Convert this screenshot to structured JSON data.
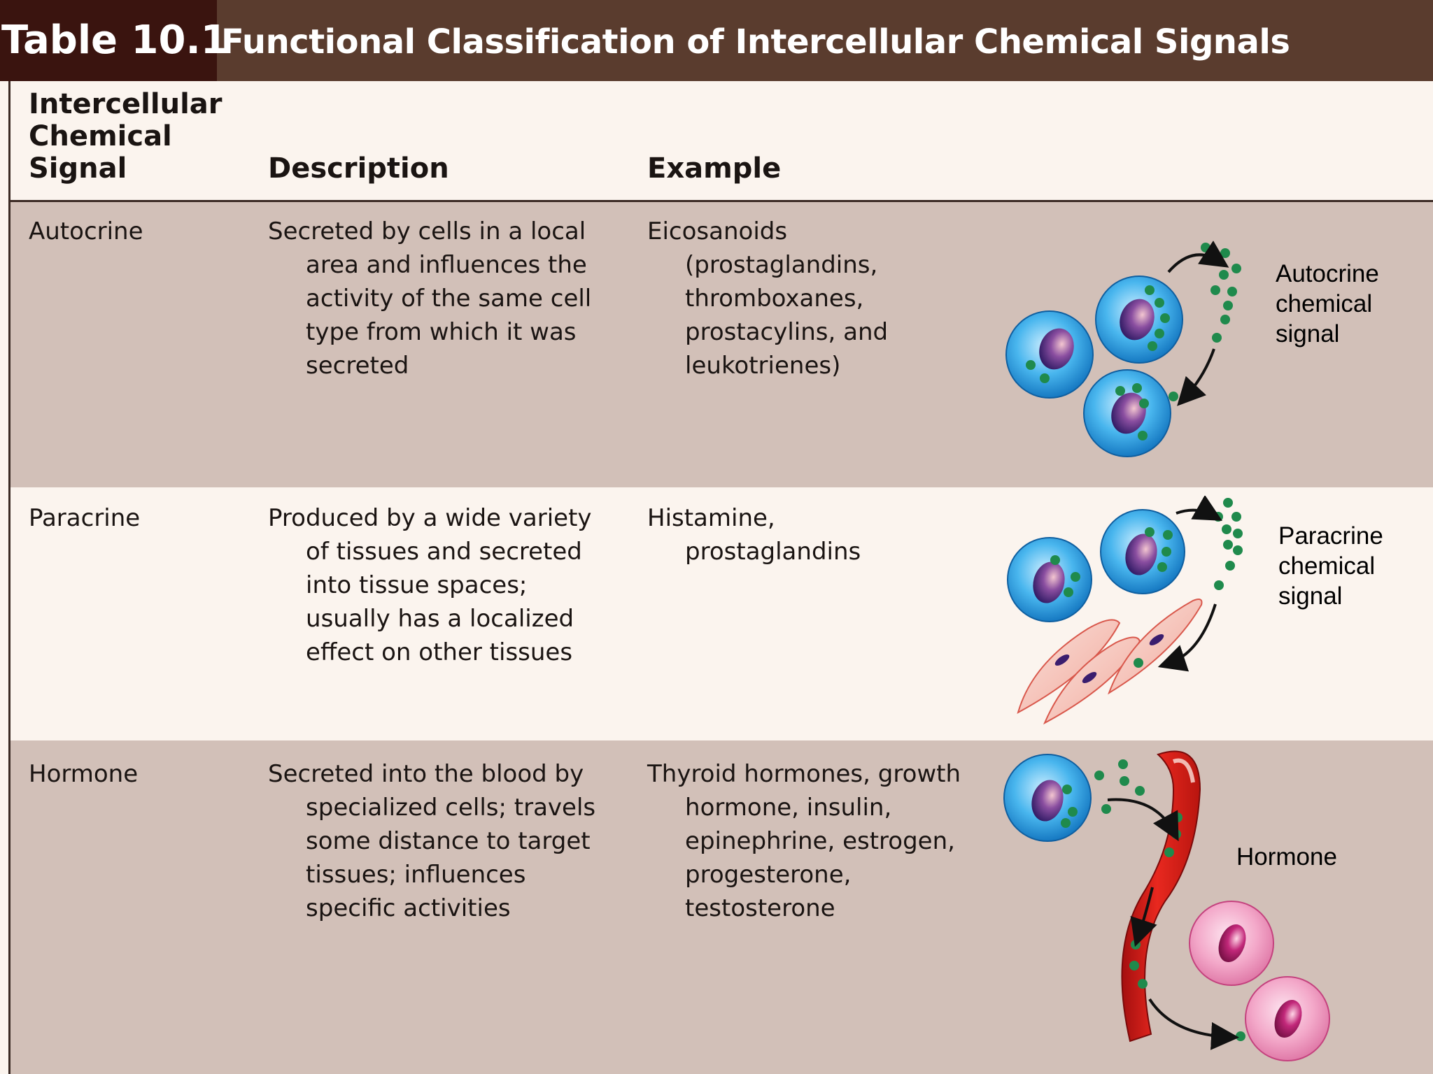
{
  "table": {
    "number": "Table 10.1",
    "title": "Functional Classification of Intercellular Chemical Signals"
  },
  "headers": {
    "signal": [
      "Intercellular",
      "Chemical",
      "Signal"
    ],
    "description": "Description",
    "example": "Example"
  },
  "rows": [
    {
      "name": "Autocrine",
      "description": "Secreted by cells in a local\n     area and influences the\n     activity of the same cell\n     type from which it was\n     secreted",
      "example": "Eicosanoids\n     (prostaglandins,\n     thromboxanes,\n     prostacylins, and\n     leukotrienes)",
      "diagram_label": [
        "Autocrine",
        "chemical",
        "signal"
      ]
    },
    {
      "name": "Paracrine",
      "description": "Produced by a wide variety\n     of tissues and secreted\n     into tissue spaces;\n     usually has a localized\n     effect on other tissues",
      "example": "Histamine,\n     prostaglandins",
      "diagram_label": [
        "Paracrine",
        "chemical",
        "signal"
      ]
    },
    {
      "name": "Hormone",
      "description": "Secreted into the blood by\n     specialized cells; travels\n     some distance to target\n     tissues; influences\n     specific activities",
      "example": "Thyroid hormones, growth\n     hormone, insulin,\n     epinephrine, estrogen,\n     progesterone,\n     testosterone",
      "diagram_label": [
        "Hormone"
      ]
    }
  ],
  "colors": {
    "title_bar": "#5a3c2e",
    "table_number_bg": "#3a140f",
    "shaded_row": "#d2c0b8",
    "light_row": "#fbf4ee",
    "cell_blue": "#2a9fe0",
    "signal_green": "#1f8a4c",
    "vessel_red": "#d61f1f",
    "target_pink": "#f2a6c8"
  }
}
